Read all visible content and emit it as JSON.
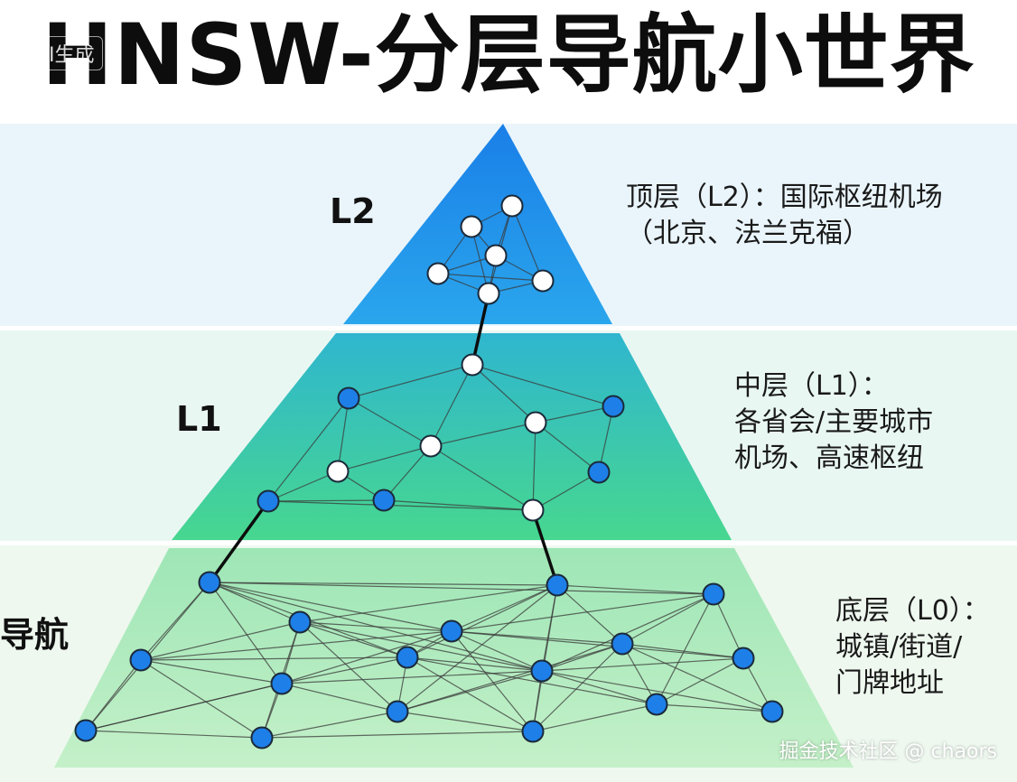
{
  "title": "HNSW-分层导航小世界",
  "ai_badge": "AI生成",
  "layers": {
    "top": {
      "label": "L2",
      "description": [
        "顶层（L2）：国际枢纽机场",
        "（北京、法兰克福）"
      ]
    },
    "middle": {
      "label": "L1",
      "description": [
        "中层（L1）：",
        "各省会/主要城市",
        "机场、高速枢纽"
      ]
    },
    "bottom": {
      "label": "导航",
      "description": [
        "底层（L0）：",
        "城镇/街道/",
        "门牌地址"
      ]
    }
  },
  "watermark": "掘金技术社区 @ chaors",
  "colors": {
    "top_layer": "#1f8fe6",
    "middle_layer": "#35c3a8",
    "bottom_layer": "#a6e6b0",
    "node_blue": "#1e7fe8",
    "node_white": "#ffffff",
    "edge": "#3a3a3a"
  }
}
